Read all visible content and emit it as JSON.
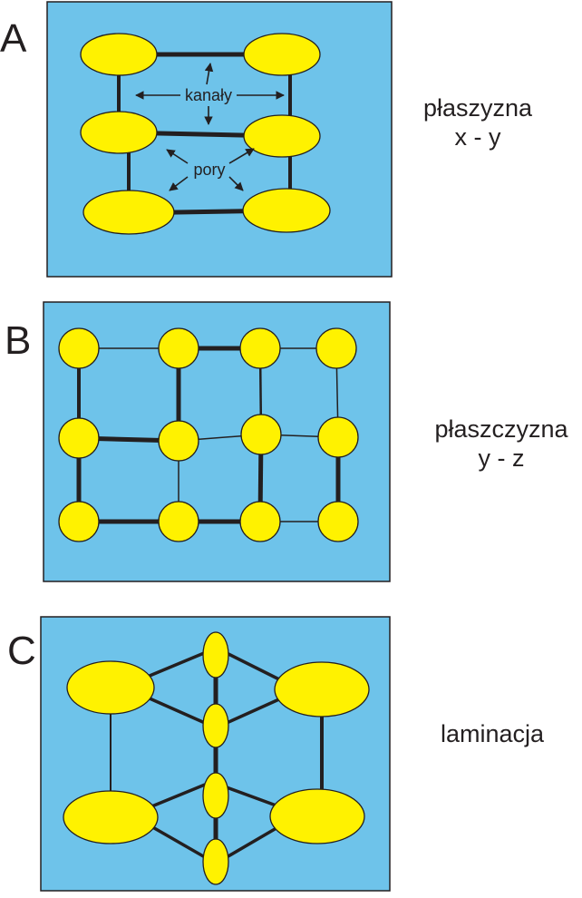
{
  "panels": {
    "A": {
      "letter": "A",
      "label_line1": "płaszyzna",
      "label_line2": "x - y",
      "channels_label": "kanały",
      "pores_label": "pory"
    },
    "B": {
      "letter": "B",
      "label_line1": "płaszczyzna",
      "label_line2": "y - z"
    },
    "C": {
      "letter": "C",
      "label_line1": "laminacja"
    }
  },
  "colors": {
    "background": "#6ec3ea",
    "node": "#fff200",
    "stroke": "#231f20"
  }
}
